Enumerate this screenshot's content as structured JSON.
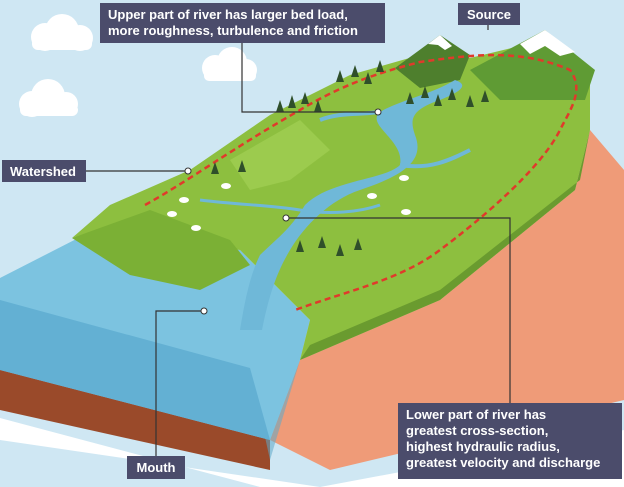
{
  "labels": {
    "upper": {
      "line1": "Upper part of river has larger bed load,",
      "line2": "more roughness, turbulence and friction"
    },
    "source": "Source",
    "watershed": "Watershed",
    "mouth": "Mouth",
    "lower": {
      "line1": "Lower part of river has",
      "line2": "greatest cross-section,",
      "line3": "highest hydraulic radius,",
      "line4": "greatest velocity and discharge"
    }
  },
  "colors": {
    "sky": "#cfe7f3",
    "label_bg": "#4b4c6b",
    "label_text": "#ffffff",
    "land": "#8dbf3f",
    "land_dark": "#6a9b2f",
    "river": "#6fb8d8",
    "sea": "#7cc3e0",
    "rock": "#ef9b78",
    "sand": "#f1c259",
    "soil": "#9a4a2a",
    "watershed_line": "#e03a2b",
    "mountain": "#4e7f2d",
    "snow": "#ffffff"
  }
}
